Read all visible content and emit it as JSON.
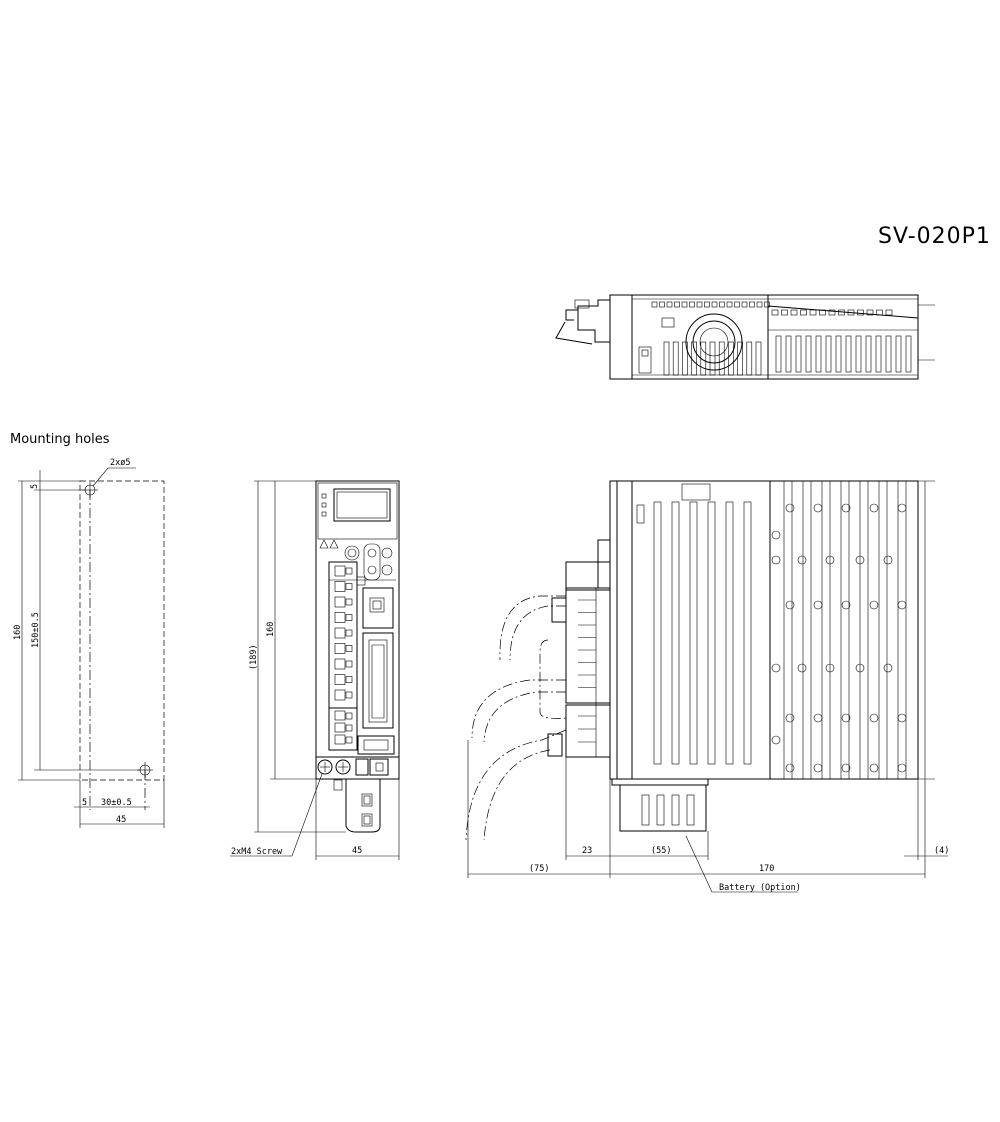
{
  "title": "SV-020P1",
  "mounting": {
    "heading": "Mounting holes",
    "hole_label": "2xø5",
    "dim_5_top": "5",
    "dim_160": "160",
    "dim_150": "150±0.5",
    "dim_5_bottom": "5",
    "dim_30": "30±0.5",
    "dim_45": "45"
  },
  "front": {
    "dim_189": "(189)",
    "dim_160": "160",
    "dim_45": "45",
    "screw_label": "2xM4 Screw"
  },
  "side": {
    "dim_75": "(75)",
    "dim_23": "23",
    "dim_55": "(55)",
    "dim_170": "170",
    "dim_4": "(4)",
    "battery_label": "Battery (Option)"
  }
}
